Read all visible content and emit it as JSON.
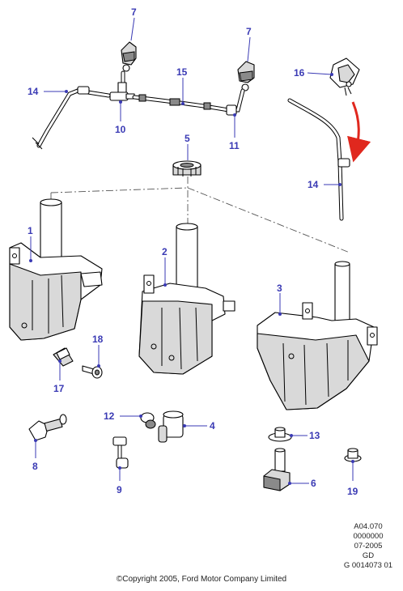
{
  "callouts": {
    "c1": "1",
    "c2": "2",
    "c3": "3",
    "c4": "4",
    "c5": "5",
    "c6": "6",
    "c7a": "7",
    "c7b": "7",
    "c8": "8",
    "c9": "9",
    "c10": "10",
    "c11": "11",
    "c12": "12",
    "c13": "13",
    "c14a": "14",
    "c14b": "14",
    "c15": "15",
    "c16": "16",
    "c17": "17",
    "c18": "18",
    "c19": "19"
  },
  "info": {
    "line1": "A04.070",
    "line2": "0000000",
    "line3": "07-2005",
    "line4": "GD",
    "line5": "G 0014073 01"
  },
  "copyright": "©Copyright 2005, Ford Motor Company Limited",
  "colors": {
    "callout": "#3a3ab4",
    "arrow": "#e0281e"
  }
}
